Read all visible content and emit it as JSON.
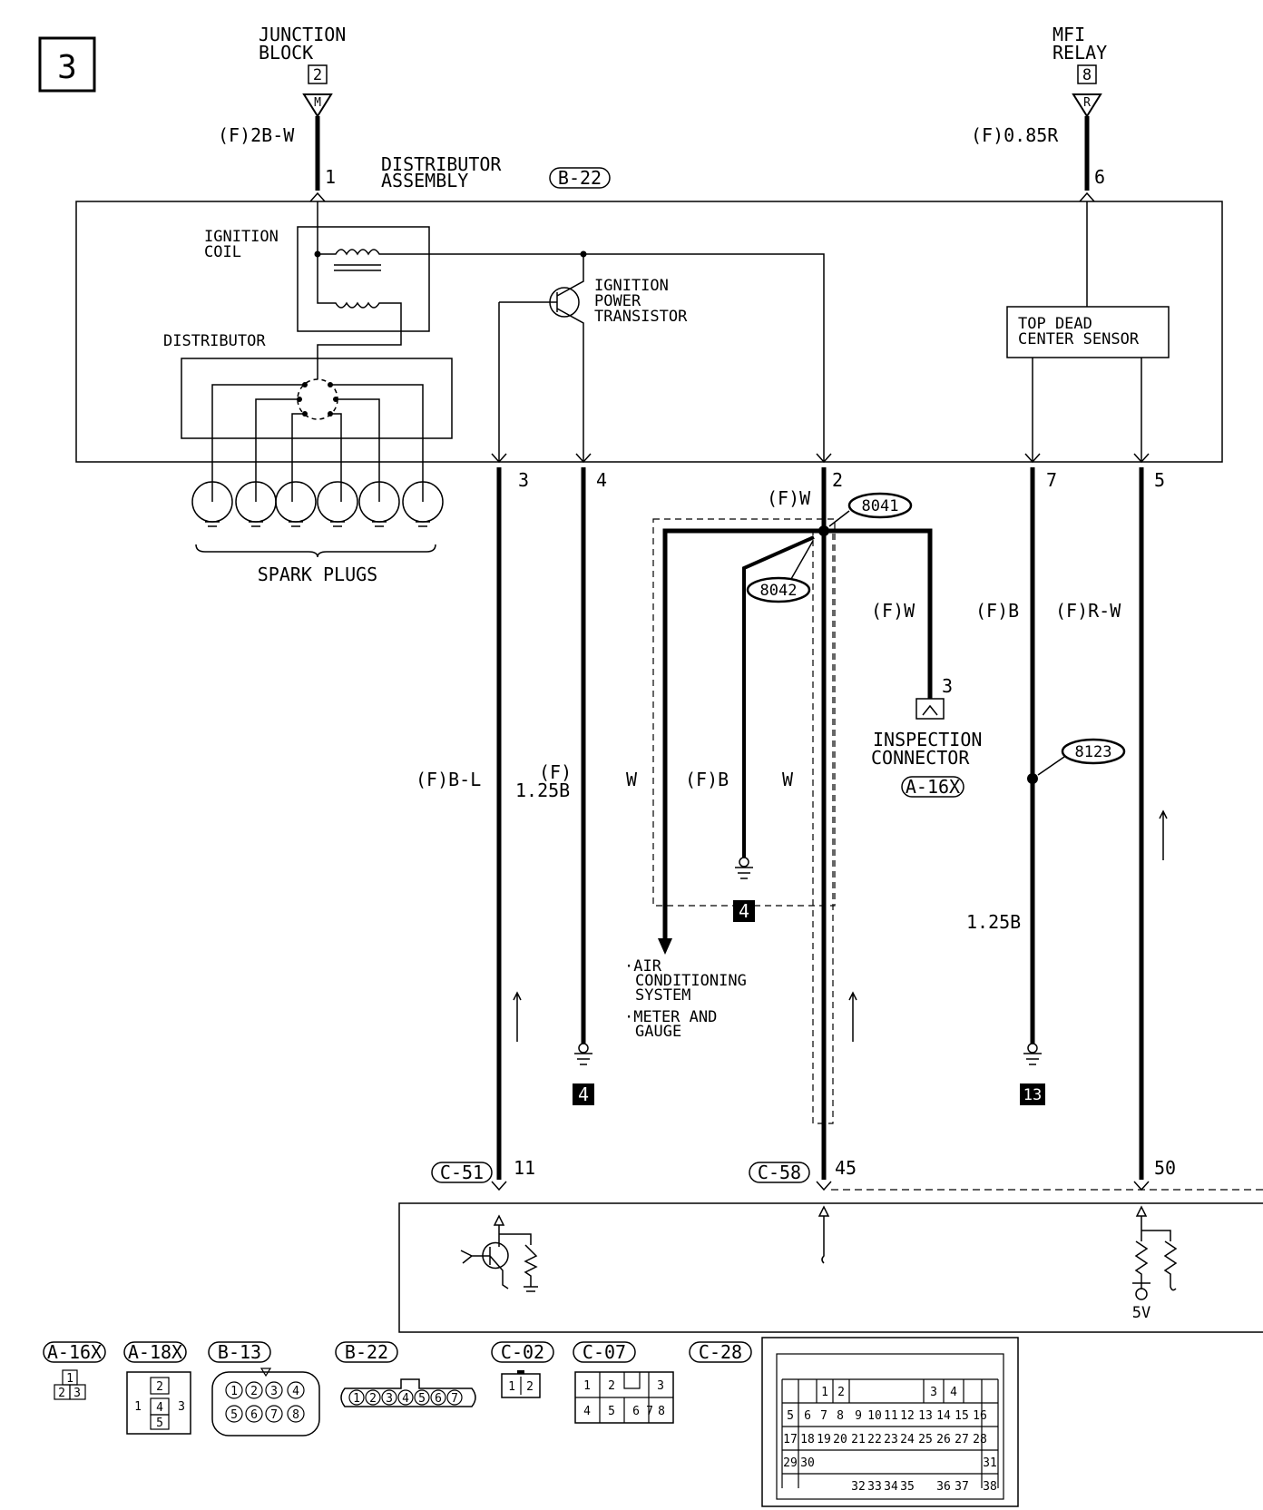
{
  "page": {
    "number": "3"
  },
  "sources": {
    "junction_block": {
      "name_line1": "JUNCTION",
      "name_line2": "BLOCK",
      "box": "2",
      "pin_letter": "M",
      "wire": "(F)2B-W",
      "pin": "1"
    },
    "mfi_relay": {
      "name_line1": "MFI",
      "name_line2": "RELAY",
      "box": "8",
      "pin_letter": "R",
      "wire": "(F)0.85R",
      "pin": "6"
    }
  },
  "distributor_assembly": {
    "title_line1": "DISTRIBUTOR",
    "title_line2": "ASSEMBLY",
    "connector": "B-22",
    "ignition_coil_line1": "IGNITION",
    "ignition_coil_line2": "COIL",
    "distributor": "DISTRIBUTOR",
    "transistor_line1": "IGNITION",
    "transistor_line2": "POWER",
    "transistor_line3": "TRANSISTOR",
    "tdc_line1": "TOP DEAD",
    "tdc_line2": "CENTER SENSOR",
    "spark_plugs": "SPARK PLUGS",
    "pins": [
      "3",
      "4",
      "2",
      "7",
      "5"
    ]
  },
  "wires": {
    "w3": "(F)B-L",
    "w4_line1": "(F)",
    "w4_line2": "1.25B",
    "w2_top": "(F)W",
    "w2_branch": "(F)W",
    "w_left": "W",
    "w_ground": "(F)B",
    "w_right": "W",
    "w7": "(F)B",
    "w5": "(F)R-W",
    "w7_lower": "1.25B"
  },
  "splices": [
    "8041",
    "8042",
    "8123"
  ],
  "inspection_connector": {
    "pin": "3",
    "line1": "INSPECTION",
    "line2": "CONNECTOR",
    "code": "A-16X"
  },
  "destinations": {
    "line1": "·AIR",
    "line2": "CONDITIONING",
    "line3": "SYSTEM",
    "line4": "·METER AND",
    "line5": "GAUGE"
  },
  "grounds": [
    "4",
    "4",
    "13"
  ],
  "ecu_connectors": {
    "c51": "C-51",
    "c51_pin": "11",
    "c58": "C-58",
    "c58_pin": "45",
    "c50_pin": "50",
    "supply": "5V"
  },
  "legend": {
    "codes": [
      "A-16X",
      "A-18X",
      "B-13",
      "B-22",
      "C-02",
      "C-07",
      "C-28"
    ],
    "a16x": [
      "1",
      "2",
      "3"
    ],
    "a18x": [
      "1",
      "2",
      "3",
      "4",
      "5"
    ],
    "b13": [
      "1",
      "2",
      "3",
      "4",
      "5",
      "6",
      "7",
      "8"
    ],
    "b22": [
      "1",
      "2",
      "3",
      "4",
      "5",
      "6",
      "7"
    ],
    "c02": [
      "1",
      "2"
    ],
    "c07": [
      "1",
      "2",
      "3",
      "4",
      "5",
      "6",
      "7",
      "8"
    ],
    "c28": [
      "1",
      "2",
      "3",
      "4",
      "5",
      "6",
      "7",
      "8",
      "9",
      "10",
      "11",
      "12",
      "13",
      "14",
      "15",
      "16",
      "17",
      "18",
      "19",
      "20",
      "21",
      "22",
      "23",
      "24",
      "25",
      "26",
      "27",
      "28",
      "29",
      "30",
      "31",
      "32",
      "33",
      "34",
      "35",
      "36",
      "37",
      "38"
    ]
  }
}
